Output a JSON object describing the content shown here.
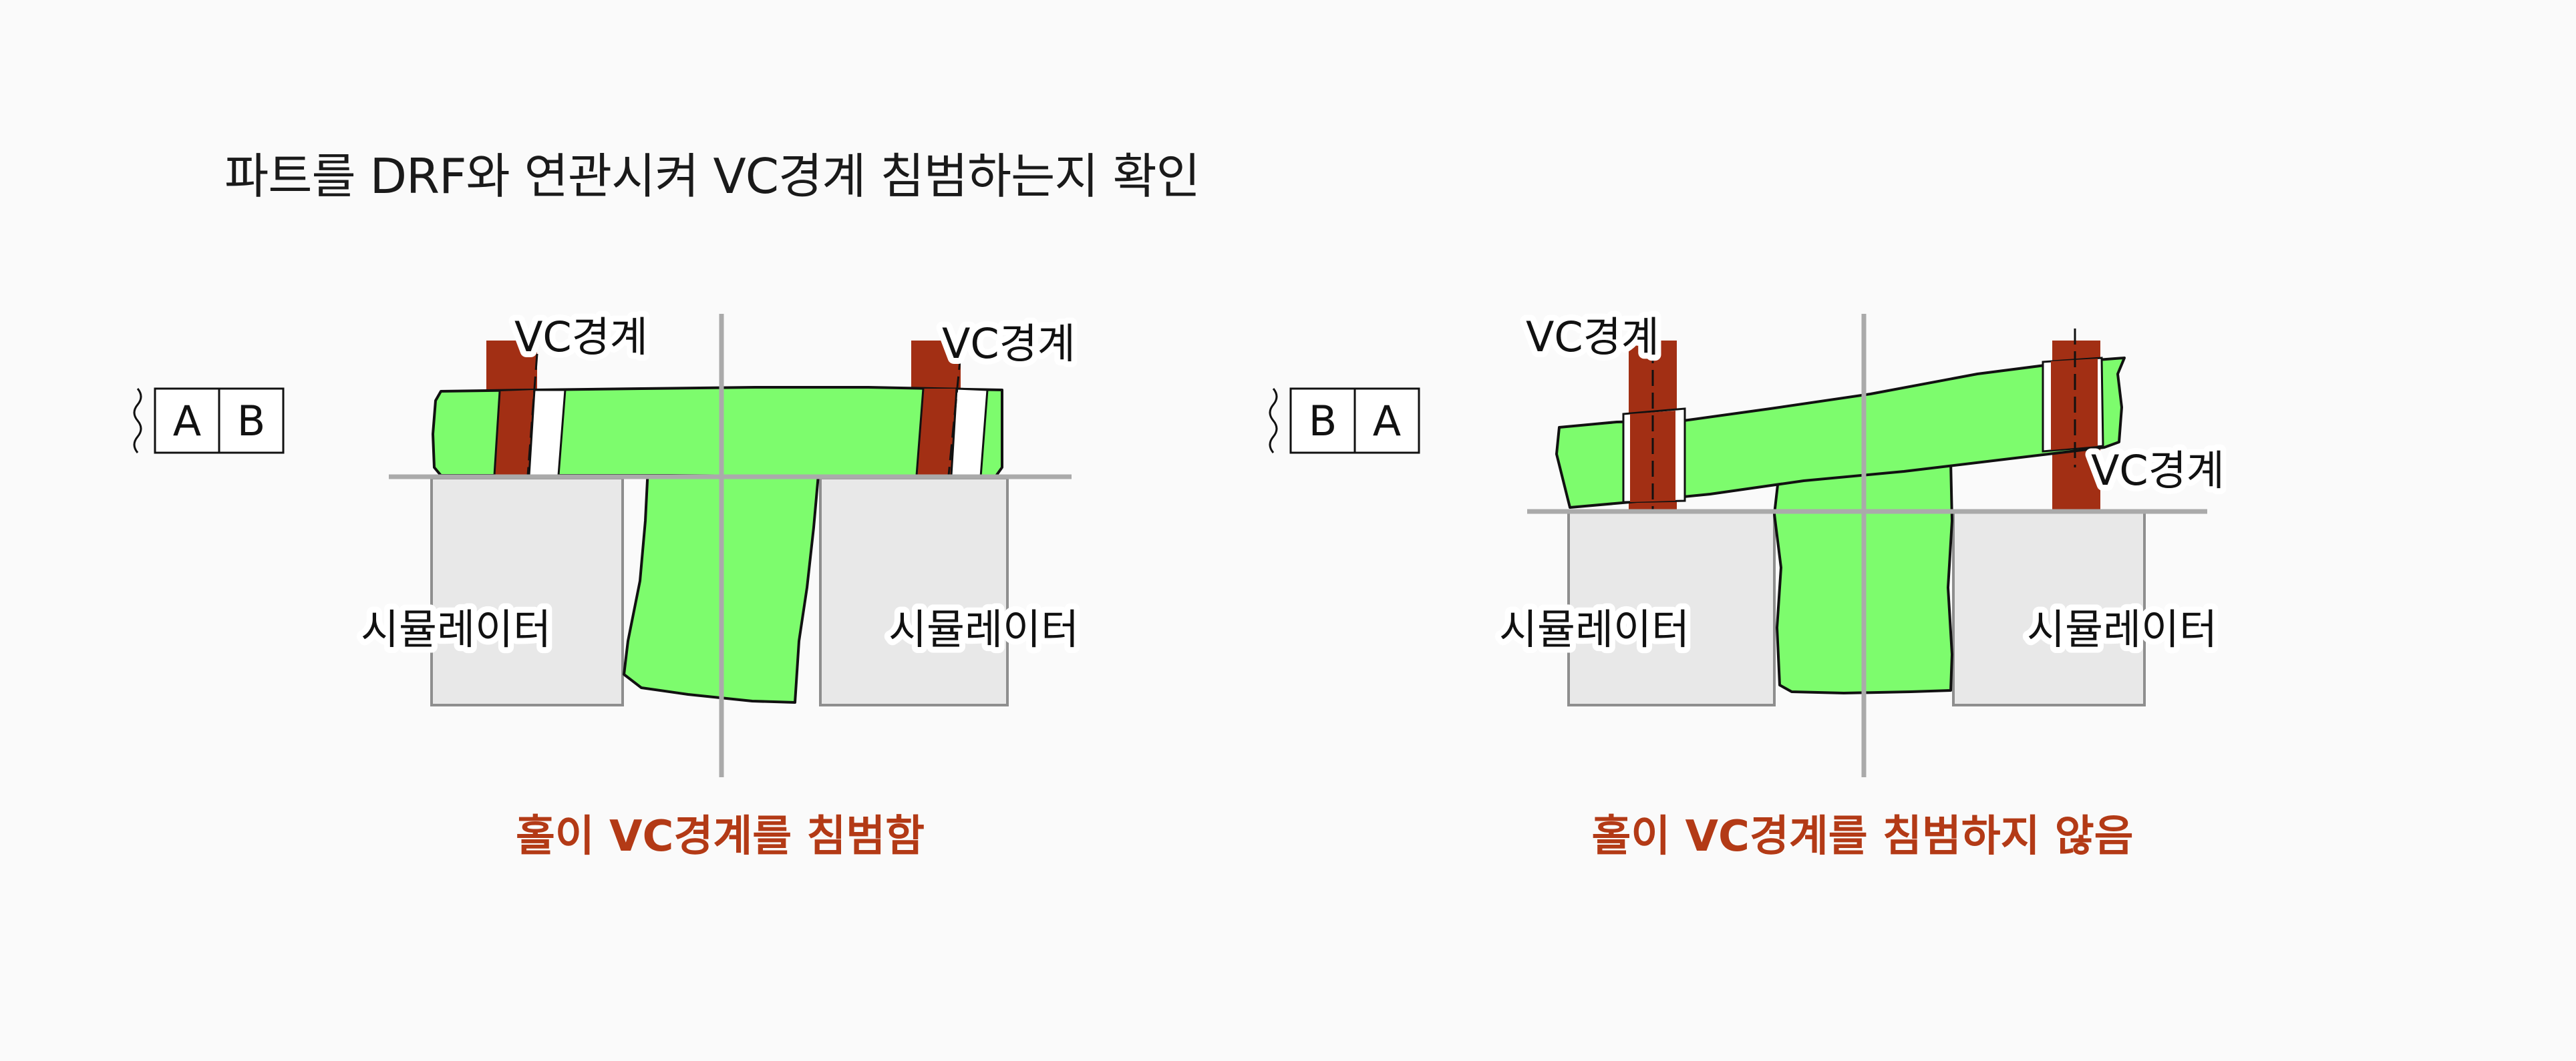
{
  "title": "파트를 DRF와 연관시켜 VC경계 침범하는지 확인",
  "left_panel": {
    "datum_frame": {
      "first": "A",
      "second": "B"
    },
    "vc_label_1": "VC경계",
    "vc_label_2": "VC경계",
    "simulator_left": "시뮬레이터",
    "simulator_right": "시뮬레이터",
    "caption": "홀이 VC경계를 침범함"
  },
  "right_panel": {
    "datum_frame": {
      "first": "B",
      "second": "A"
    },
    "vc_label_1": "VC경계",
    "vc_label_2": "VC경계",
    "simulator_left": "시뮬레이터",
    "simulator_right": "시뮬레이터",
    "caption": "홀이 VC경계를 침범하지 않음"
  },
  "colors": {
    "part_fill": "#7dfc6d",
    "vc_boundary": "#a22f14",
    "simulator_fill": "#e8e8e8",
    "caption": "#b33a16"
  }
}
